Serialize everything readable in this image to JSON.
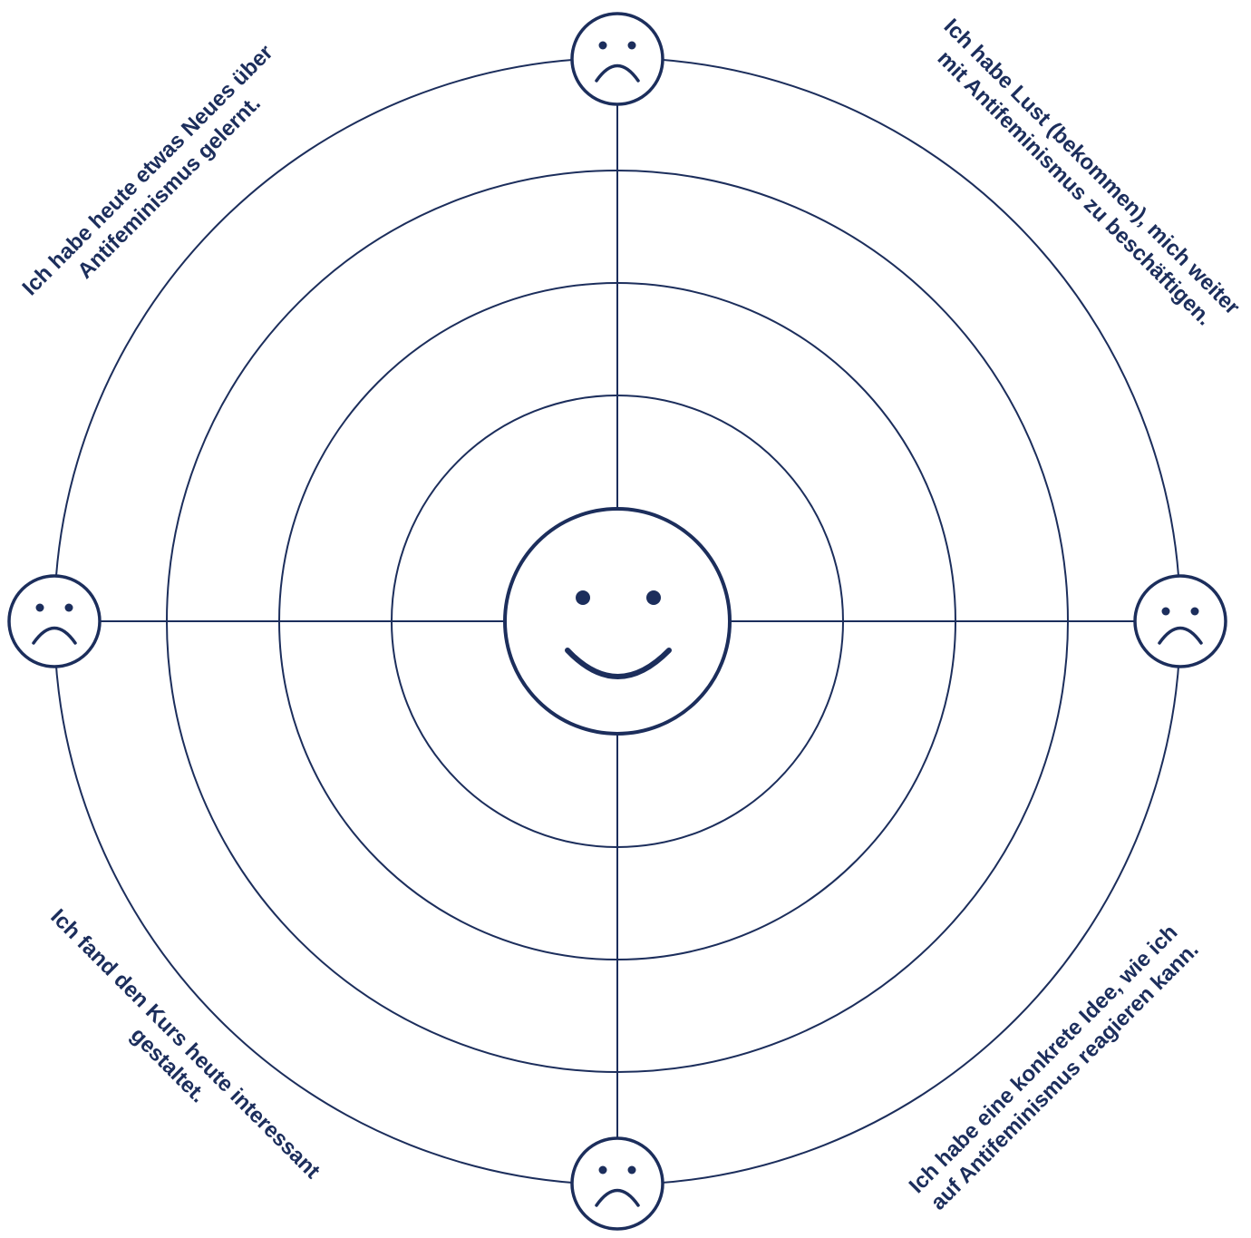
{
  "colors": {
    "line": "#1c2e5c",
    "background": "#ffffff"
  },
  "rings": 5,
  "center_icon": "smiley-face-icon",
  "axis_icon": "sad-face-icon",
  "statements": {
    "top_left": [
      "Ich habe heute etwas Neues über",
      "Antifeminismus gelernt."
    ],
    "top_right": [
      "Ich habe Lust (bekommen), mich weiter",
      "mit Antifeminismus zu beschäftigen."
    ],
    "bottom_left": [
      "Ich fand den Kurs heute interessant",
      "gestaltet."
    ],
    "bottom_right": [
      "Ich habe eine konkrete Idee, wie ich",
      "auf Antifeminismus reagieren kann."
    ]
  }
}
